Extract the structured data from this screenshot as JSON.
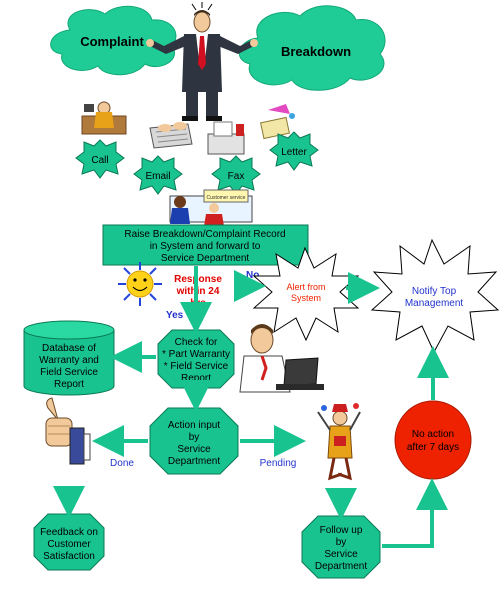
{
  "colors": {
    "node_fill": "#19c38f",
    "node_stroke": "#0a7a55",
    "arrow": "#19c38f",
    "cloud_fill": "#1fcc95",
    "starburst_fill": "#ffffff",
    "red_text": "#e00000",
    "blue_text": "#2233cc",
    "alert_red": "#ee2200"
  },
  "icons": {
    "person": "stressed-businessman-icon",
    "call": "telephone-operator-icon",
    "email": "keyboard-typing-icon",
    "fax": "fax-machine-icon",
    "letter": "letter-envelope-icon",
    "meeting": "customer-service-desk-icon",
    "sun": "smiling-sun-icon",
    "computer": "man-at-laptop-icon",
    "thumbs": "thumbs-up-icon",
    "pending": "juggling-clown-icon"
  },
  "clouds": {
    "complaint": "Complaint",
    "breakdown": "Breakdown"
  },
  "channels": {
    "call": "Call",
    "email": "Email",
    "fax": "Fax",
    "letter": "Letter"
  },
  "raise": {
    "line1": "Raise Breakdown/Complaint Record",
    "line2": "in System and forward to",
    "line3": "Service Department"
  },
  "response": {
    "line1": "Response",
    "line2": "within 24",
    "line3": "hrs"
  },
  "labels": {
    "no": "No",
    "yes": "Yes",
    "done": "Done",
    "pending": "Pending"
  },
  "alert": {
    "line1": "Alert from",
    "line2": "System"
  },
  "notify": {
    "line1": "Notify Top",
    "line2": "Management"
  },
  "database": {
    "line1": "Database of",
    "line2": "Warranty and",
    "line3": "Field Service",
    "line4": "Report"
  },
  "check": {
    "line1": "Check for",
    "line2": "* Part Warranty",
    "line3": "* Field Service",
    "line4": "Report"
  },
  "action": {
    "line1": "Action input",
    "line2": "by",
    "line3": "Service",
    "line4": "Department"
  },
  "no_action": {
    "line1": "No action",
    "line2": "after 7 days"
  },
  "feedback": {
    "line1": "Feedback on",
    "line2": "Customer",
    "line3": "Satisfaction"
  },
  "follow": {
    "line1": "Follow up",
    "line2": "by",
    "line3": "Service",
    "line4": "Department"
  }
}
